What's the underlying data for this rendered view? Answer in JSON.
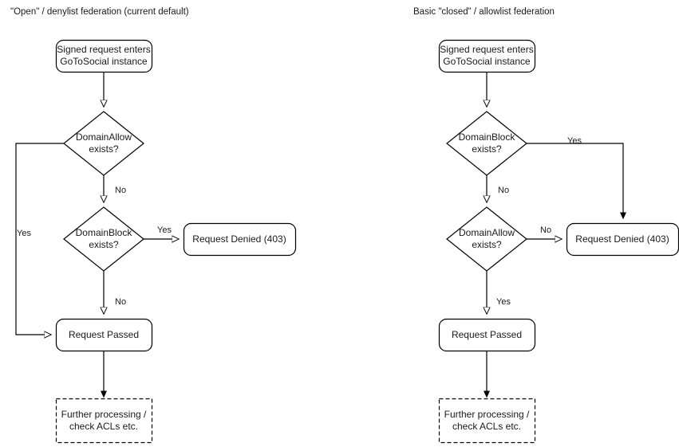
{
  "diagram": {
    "title_left": "\"Open\" / denylist federation (current default)",
    "title_right": "Basic \"closed\" / allowlist federation",
    "stroke_color": "#000000",
    "text_color": "#1a1a1a",
    "background_color": "#ffffff"
  },
  "columns": [
    {
      "id": "denylist",
      "title": "\"Open\" / denylist federation (current default)",
      "nodes": {
        "start": "Signed request enters\nGoToSocial instance",
        "decision_1": "DomainAllow\nexists?",
        "decision_2": "DomainBlock\nexists?",
        "denied": "Request Denied (403)",
        "passed": "Request Passed",
        "further": "Further processing /\ncheck ACLs etc."
      },
      "edges": {
        "d1_yes": "Yes",
        "d1_no": "No",
        "d2_yes": "Yes",
        "d2_no": "No"
      }
    },
    {
      "id": "allowlist",
      "title": "Basic \"closed\" / allowlist federation",
      "nodes": {
        "start": "Signed request enters\nGoToSocial instance",
        "decision_1": "DomainBlock\nexists?",
        "decision_2": "DomainAllow\nexists?",
        "denied": "Request Denied (403)",
        "passed": "Request Passed",
        "further": "Further processing /\ncheck ACLs etc."
      },
      "edges": {
        "d1_yes": "Yes",
        "d1_no": "No",
        "d2_no": "No",
        "d2_yes": "Yes"
      }
    }
  ]
}
